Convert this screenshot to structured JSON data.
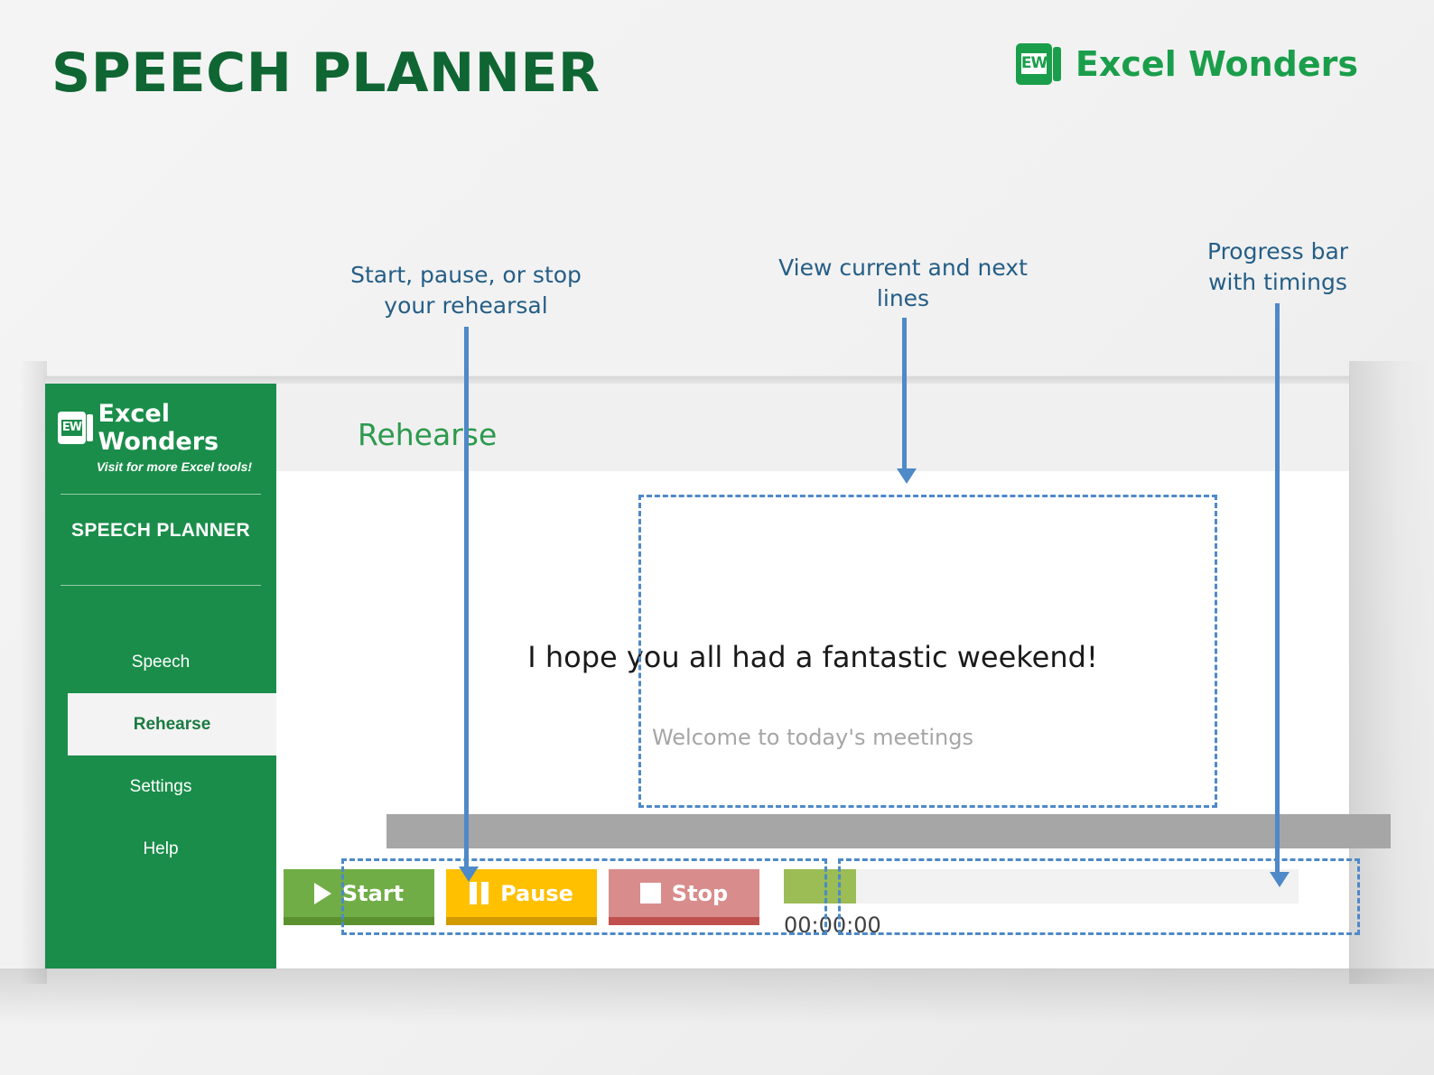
{
  "slide": {
    "title": "SPEECH PLANNER",
    "brand": {
      "mark": "EW",
      "name": "Excel Wonders",
      "icon": "excel-wonders-logo-icon"
    },
    "accent_green": "#0f6633",
    "brand_green": "#1b9e4b",
    "annotation_blue": "#255e86",
    "arrow_blue": "#4e89c8"
  },
  "annotations": [
    {
      "id": "controls",
      "text": "Start, pause, or stop your rehearsal"
    },
    {
      "id": "lines",
      "text": "View current and next lines"
    },
    {
      "id": "progress",
      "text": "Progress bar with timings"
    }
  ],
  "app": {
    "sidebar": {
      "brand_mark": "EW",
      "brand_name": "Excel Wonders",
      "tagline": "Visit for more Excel tools!",
      "section_label": "SPEECH PLANNER",
      "items": [
        {
          "label": "Speech",
          "active": false
        },
        {
          "label": "Rehearse",
          "active": true
        },
        {
          "label": "Settings",
          "active": false
        },
        {
          "label": "Help",
          "active": false
        }
      ]
    },
    "header": {
      "page_title": "Rehearse"
    },
    "rehearse": {
      "current_line": "I hope you all had a fantastic weekend!",
      "next_line": "Welcome to today's meetings",
      "controls": [
        {
          "label": "Start",
          "icon": "play-icon",
          "color": "#70ad47"
        },
        {
          "label": "Pause",
          "icon": "pause-icon",
          "color": "#ffc000"
        },
        {
          "label": "Stop",
          "icon": "stop-icon",
          "color": "#d98c8c"
        }
      ],
      "progress": {
        "percent": 14,
        "fill_color": "#9cbc55",
        "timer": "00:00:00"
      }
    }
  }
}
